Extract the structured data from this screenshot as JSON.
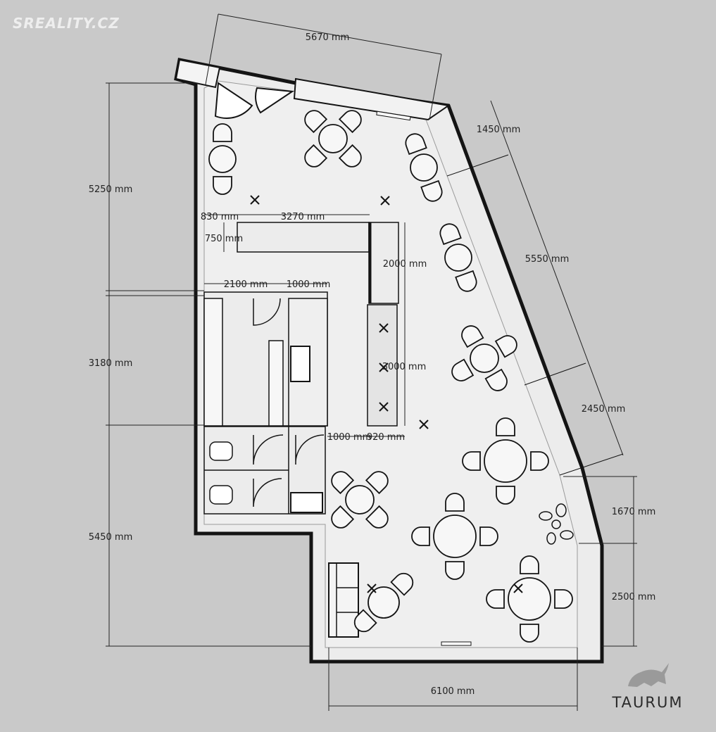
{
  "watermark": "SREALITY.CZ",
  "brand": "TAURUM",
  "colors": {
    "background": "#c9c9c9",
    "floor": "#ececec",
    "wall": "#141414"
  },
  "dimensions": {
    "top_width": "5670 mm",
    "right_upper_segment": "1450 mm",
    "right_middle_segment": "5550 mm",
    "right_lower_segment": "2450 mm",
    "right_side_upper": "1670 mm",
    "right_side_lower": "2500 mm",
    "bottom_width": "6100 mm",
    "left_upper": "5250 mm",
    "left_middle": "3180 mm",
    "left_lower": "5450 mm",
    "bar_offset": "830 mm",
    "bar_length": "3270 mm",
    "bar_depth": "750 mm",
    "bar_side": "2000 mm",
    "kitchen_width": "2100 mm",
    "kitchen_aisle": "1000 mm",
    "counter_length": "3000 mm",
    "lower_aisle": "1000 mm",
    "counter_depth": "920 mm"
  }
}
